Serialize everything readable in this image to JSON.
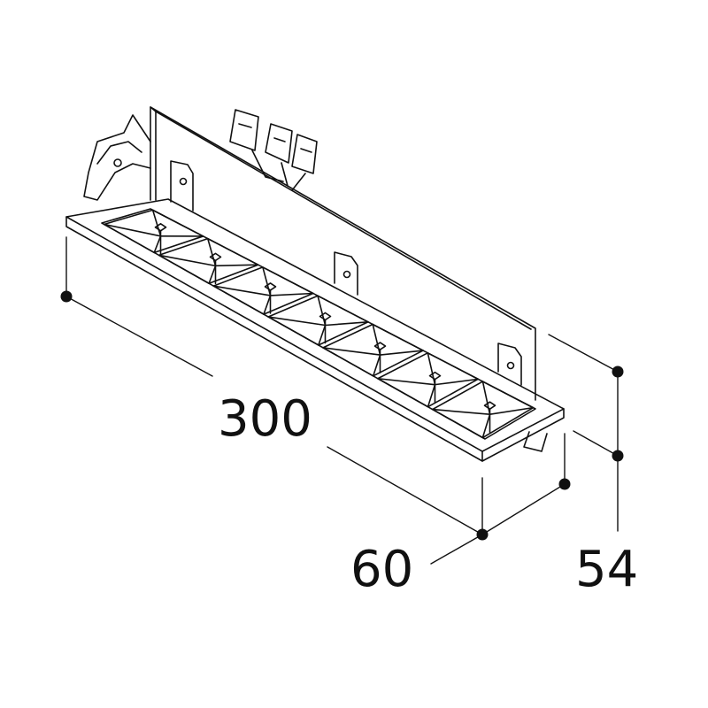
{
  "dimensions": {
    "length": "300",
    "width": "60",
    "height": "54"
  },
  "product": {
    "led_cell_count": 7
  },
  "colors": {
    "line": "#111111",
    "background": "#ffffff"
  }
}
